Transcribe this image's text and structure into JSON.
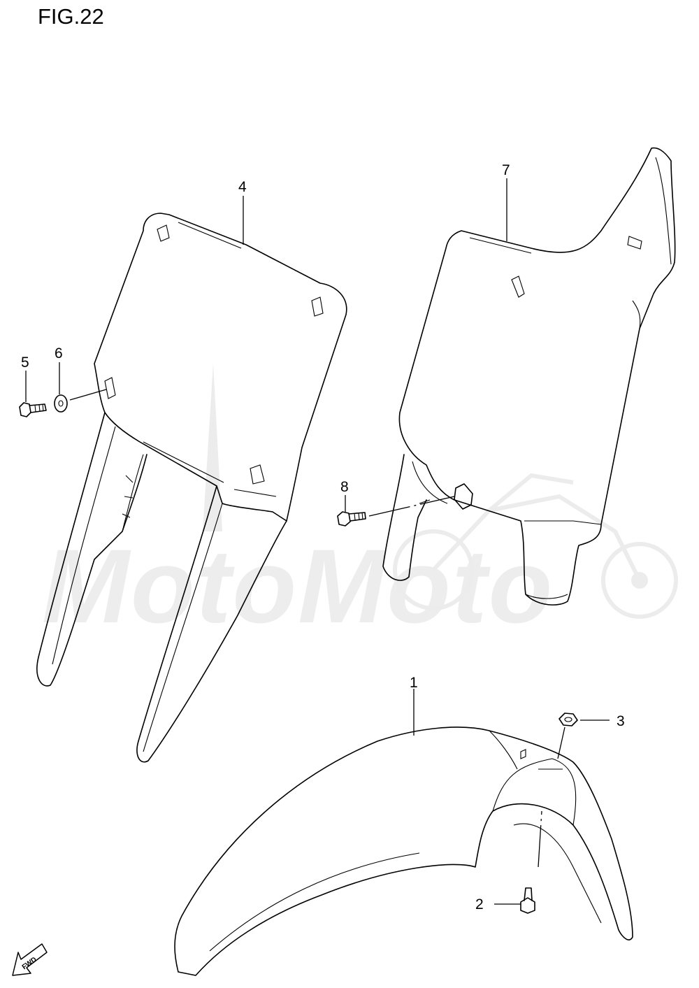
{
  "figure": {
    "title": "FIG.22"
  },
  "callouts": {
    "c1": "1",
    "c2": "2",
    "c3": "3",
    "c4": "4",
    "c5": "5",
    "c6": "6",
    "c7": "7",
    "c8": "8"
  },
  "direction_badge": {
    "label": "FWD",
    "icon": "arrow-left-down-icon"
  },
  "watermark": {
    "text": "MotoMoto"
  },
  "colors": {
    "line": "#000000",
    "watermark": "#ececec",
    "background": "#ffffff"
  }
}
